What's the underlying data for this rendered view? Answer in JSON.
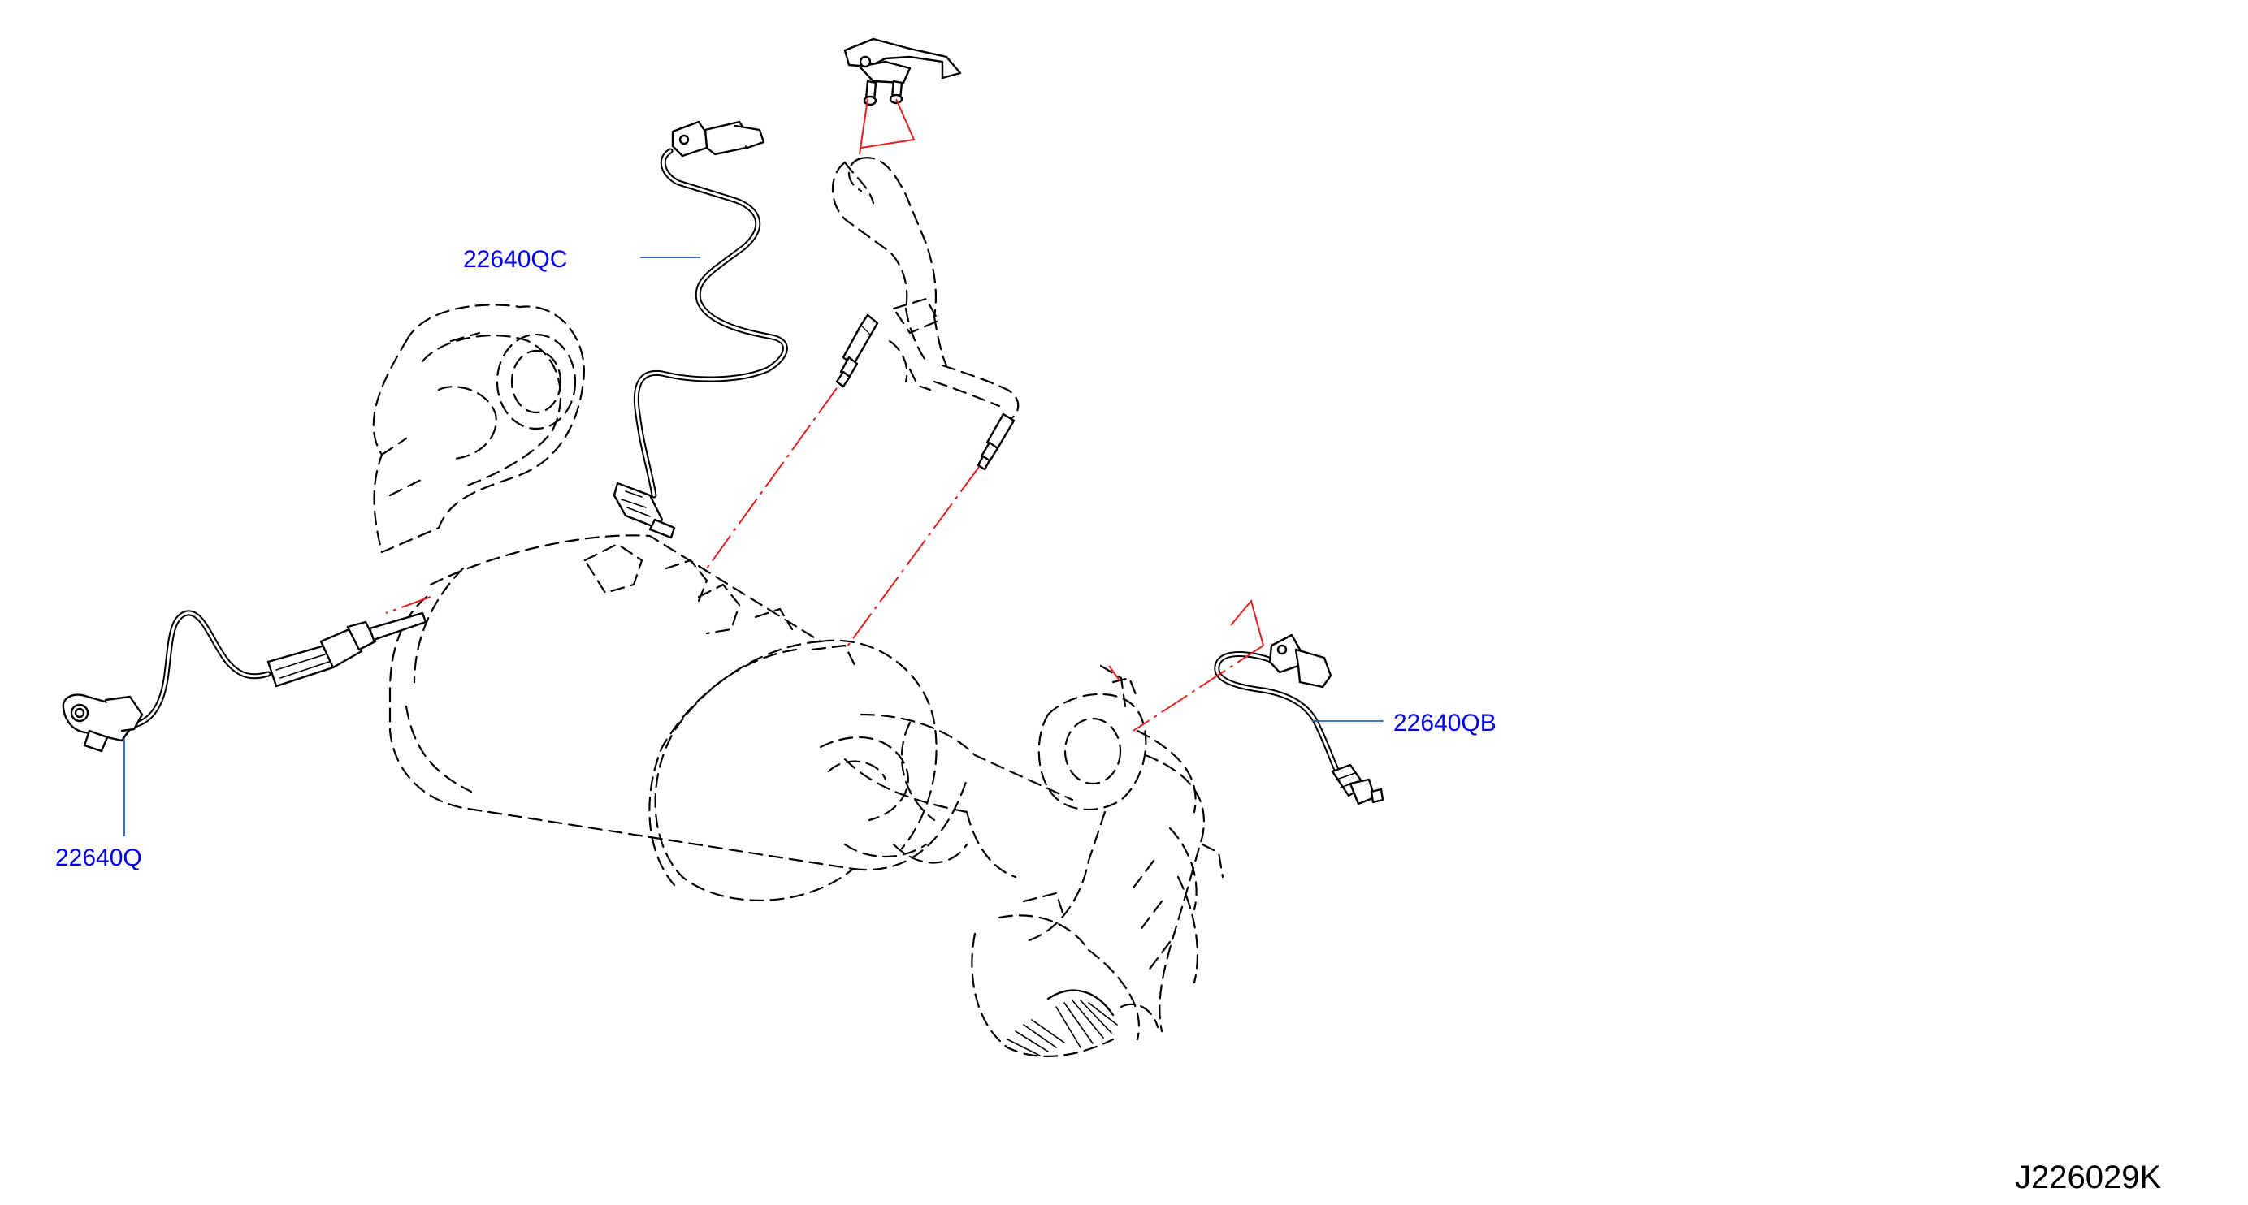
{
  "diagram": {
    "labels": {
      "sensor_qc": "22640QC",
      "sensor_qb": "22640QB",
      "sensor_q": "22640Q"
    },
    "reference_code": "J226029K"
  },
  "colors": {
    "label": "#0000ee",
    "leader": "#2a5db0",
    "alignment_line": "#e02020",
    "drawing": "#000000"
  }
}
